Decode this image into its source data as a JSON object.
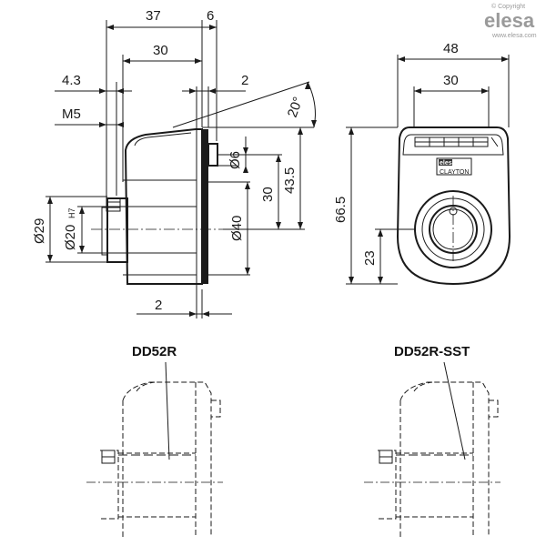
{
  "brand": {
    "copyright": "© Copyright",
    "name": "elesa",
    "url": "www.elesa.com"
  },
  "side_view": {
    "dim_37": "37",
    "dim_6": "6",
    "dim_30_top": "30",
    "dim_4_3": "4.3",
    "dim_2_top": "2",
    "dim_m5": "M5",
    "dim_20deg": "20°",
    "dim_d6": "Ø6",
    "dim_43_5": "43.5",
    "dim_30_vert": "30",
    "dim_d40": "Ø40",
    "dim_d29": "Ø29",
    "dim_d20": "Ø20",
    "dim_h7": "H7",
    "dim_2_bottom": "2"
  },
  "front_view": {
    "dim_48": "48",
    "dim_30": "30",
    "dim_66_5": "66.5",
    "dim_23": "23",
    "logo_text": "elesa",
    "plate_text": "CLAYTON"
  },
  "variants": {
    "left_label": "DD52R",
    "right_label": "DD52R-SST"
  }
}
